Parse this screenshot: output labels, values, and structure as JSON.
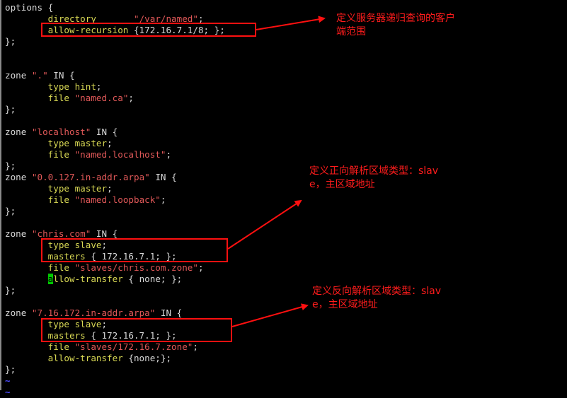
{
  "terminal": {
    "lines": [
      [
        {
          "c": "kw",
          "t": "options {"
        }
      ],
      [
        {
          "c": "key",
          "t": "        directory"
        },
        {
          "c": "plain",
          "t": "       "
        },
        {
          "c": "str",
          "t": "\"/var/named\""
        },
        {
          "c": "plain",
          "t": ";"
        }
      ],
      [
        {
          "c": "key",
          "t": "        allow-recursion"
        },
        {
          "c": "plain",
          "t": " {172.16.7.1/8; };"
        }
      ],
      [
        {
          "c": "plain",
          "t": "};"
        }
      ],
      [
        {
          "c": "plain",
          "t": ""
        }
      ],
      [
        {
          "c": "plain",
          "t": ""
        }
      ],
      [
        {
          "c": "kw",
          "t": "zone "
        },
        {
          "c": "str",
          "t": "\".\""
        },
        {
          "c": "plain",
          "t": " IN {"
        }
      ],
      [
        {
          "c": "key",
          "t": "        type "
        },
        {
          "c": "sel",
          "t": "hint"
        },
        {
          "c": "plain",
          "t": ";"
        }
      ],
      [
        {
          "c": "key",
          "t": "        file "
        },
        {
          "c": "str",
          "t": "\"named.ca\""
        },
        {
          "c": "plain",
          "t": ";"
        }
      ],
      [
        {
          "c": "plain",
          "t": "};"
        }
      ],
      [
        {
          "c": "plain",
          "t": ""
        }
      ],
      [
        {
          "c": "kw",
          "t": "zone "
        },
        {
          "c": "str",
          "t": "\"localhost\""
        },
        {
          "c": "plain",
          "t": " IN {"
        }
      ],
      [
        {
          "c": "key",
          "t": "        type "
        },
        {
          "c": "sel",
          "t": "master"
        },
        {
          "c": "plain",
          "t": ";"
        }
      ],
      [
        {
          "c": "key",
          "t": "        file "
        },
        {
          "c": "str",
          "t": "\"named.localhost\""
        },
        {
          "c": "plain",
          "t": ";"
        }
      ],
      [
        {
          "c": "plain",
          "t": "};"
        }
      ],
      [
        {
          "c": "kw",
          "t": "zone "
        },
        {
          "c": "str",
          "t": "\"0.0.127.in-addr.arpa\""
        },
        {
          "c": "plain",
          "t": " IN {"
        }
      ],
      [
        {
          "c": "key",
          "t": "        type "
        },
        {
          "c": "sel",
          "t": "master"
        },
        {
          "c": "plain",
          "t": ";"
        }
      ],
      [
        {
          "c": "key",
          "t": "        file "
        },
        {
          "c": "str",
          "t": "\"named.loopback\""
        },
        {
          "c": "plain",
          "t": ";"
        }
      ],
      [
        {
          "c": "plain",
          "t": "};"
        }
      ],
      [
        {
          "c": "plain",
          "t": ""
        }
      ],
      [
        {
          "c": "kw",
          "t": "zone "
        },
        {
          "c": "str",
          "t": "\"chris.com\""
        },
        {
          "c": "plain",
          "t": " IN {"
        }
      ],
      [
        {
          "c": "key",
          "t": "        type "
        },
        {
          "c": "sel",
          "t": "slave"
        },
        {
          "c": "plain",
          "t": ";"
        }
      ],
      [
        {
          "c": "key",
          "t": "        masters"
        },
        {
          "c": "plain",
          "t": " { 172.16.7.1; };"
        }
      ],
      [
        {
          "c": "key",
          "t": "        file "
        },
        {
          "c": "str",
          "t": "\"slaves/chris.com.zone\""
        },
        {
          "c": "plain",
          "t": ";"
        }
      ],
      [
        {
          "c": "plain",
          "t": "        "
        },
        {
          "c": "cursor",
          "t": "a"
        },
        {
          "c": "key",
          "t": "llow-transfer"
        },
        {
          "c": "plain",
          "t": " { none; };"
        }
      ],
      [
        {
          "c": "plain",
          "t": "};"
        }
      ],
      [
        {
          "c": "plain",
          "t": ""
        }
      ],
      [
        {
          "c": "kw",
          "t": "zone "
        },
        {
          "c": "str",
          "t": "\"7.16.172.in-addr.arpa\""
        },
        {
          "c": "plain",
          "t": " IN {"
        }
      ],
      [
        {
          "c": "key",
          "t": "        type "
        },
        {
          "c": "sel",
          "t": "slave"
        },
        {
          "c": "plain",
          "t": ";"
        }
      ],
      [
        {
          "c": "key",
          "t": "        masters"
        },
        {
          "c": "plain",
          "t": " { 172.16.7.1; };"
        }
      ],
      [
        {
          "c": "key",
          "t": "        file "
        },
        {
          "c": "str",
          "t": "\"slaves/172.16.7.zone\""
        },
        {
          "c": "plain",
          "t": ";"
        }
      ],
      [
        {
          "c": "key",
          "t": "        allow-transfer"
        },
        {
          "c": "plain",
          "t": " {none;};"
        }
      ],
      [
        {
          "c": "plain",
          "t": "};"
        }
      ],
      [
        {
          "c": "tilde",
          "t": "~"
        }
      ],
      [
        {
          "c": "tilde",
          "t": "~"
        }
      ]
    ]
  },
  "annotations": {
    "recursion_note": "定义服务器递归查询的客户\n端范围",
    "forward_zone_note": "定义正向解析区域类型：slav\ne，主区域地址",
    "reverse_zone_note": "定义反向解析区域类型：slav\ne，主区域地址"
  },
  "colors": {
    "background": "#000000",
    "keyword": "#d8d854",
    "string": "#e05858",
    "text": "#d8d8d8",
    "annotation": "#ff1c1c",
    "cursor": "#00c800",
    "tilde": "#4c4cff"
  }
}
